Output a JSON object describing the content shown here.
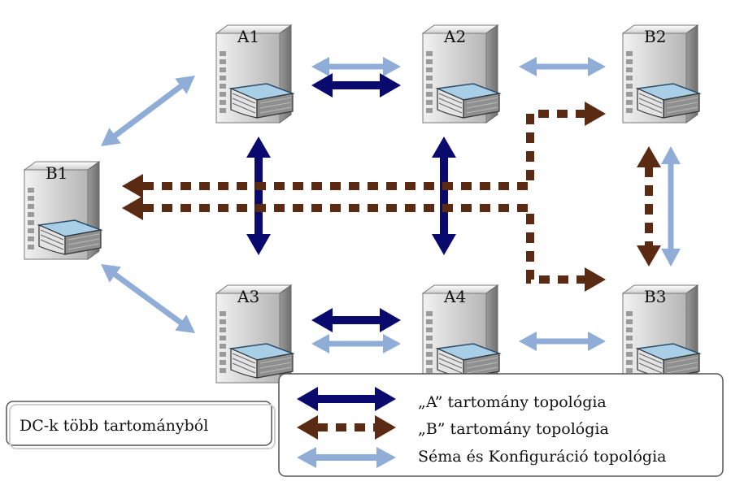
{
  "servers": [
    {
      "id": "A1",
      "label": "A1"
    },
    {
      "id": "A2",
      "label": "A2"
    },
    {
      "id": "B2",
      "label": "B2"
    },
    {
      "id": "B1",
      "label": "B1"
    },
    {
      "id": "A3",
      "label": "A3"
    },
    {
      "id": "A4",
      "label": "A4"
    },
    {
      "id": "B3",
      "label": "B3"
    }
  ],
  "caption": "DC-k több tartományból",
  "legend": [
    {
      "style": "a-domain",
      "label": "„A” tartomány topológia"
    },
    {
      "style": "b-domain",
      "label": "„B” tartomány topológia"
    },
    {
      "style": "schema",
      "label": "Séma és Konfiguráció topológia"
    }
  ],
  "colors": {
    "a_domain": "#0a0a6e",
    "b_domain": "#5a2a12",
    "schema": "#8fadd6",
    "server_body": "#c9c9c9",
    "book": "#a9cfe8"
  },
  "icons": [
    "server-icon",
    "books-icon"
  ]
}
